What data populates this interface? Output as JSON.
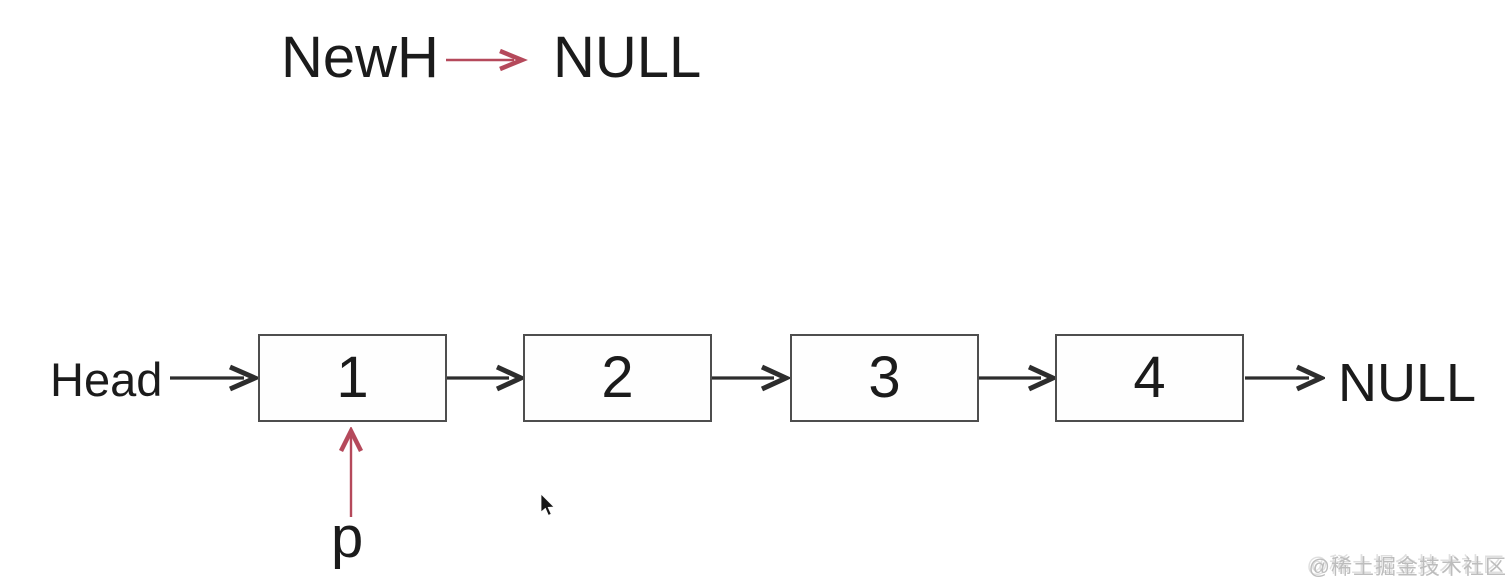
{
  "diagram": {
    "top_pointer": {
      "label": "NewH",
      "target": "NULL"
    },
    "list": {
      "head_label": "Head",
      "nodes": [
        {
          "value": "1"
        },
        {
          "value": "2"
        },
        {
          "value": "3"
        },
        {
          "value": "4"
        }
      ],
      "tail_label": "NULL",
      "traverse_pointer_label": "p",
      "traverse_pointer_points_to_node": "1"
    },
    "colors": {
      "highlight_arrow": "#b5495b",
      "link_arrow": "#2d2d2d",
      "node_border": "#4e4e4e",
      "text": "#1b1b1b"
    }
  },
  "watermark": {
    "text": "@稀土掘金技术社区",
    "color": "#bdbdbd"
  }
}
